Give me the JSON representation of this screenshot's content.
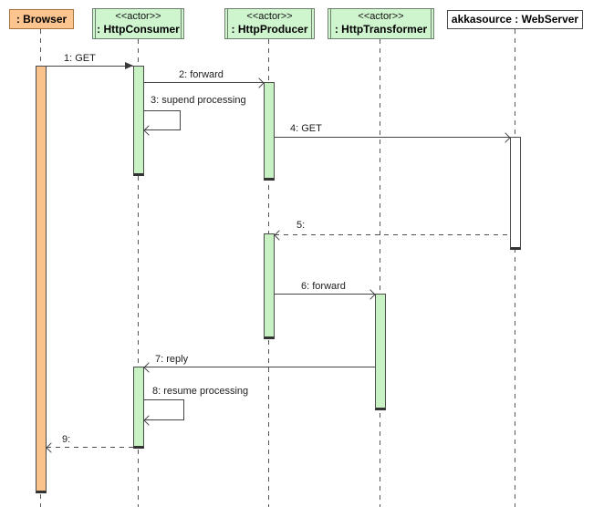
{
  "diagram": {
    "type": "uml-sequence-diagram",
    "participants": [
      {
        "id": "browser",
        "stereotype": "",
        "label": ": Browser",
        "kind": "object",
        "fill": "#FCC58F"
      },
      {
        "id": "httpconsumer",
        "stereotype": "<<actor>>",
        "label": ": HttpConsumer",
        "kind": "actor",
        "fill": "#CEF5CE"
      },
      {
        "id": "httpproducer",
        "stereotype": "<<actor>>",
        "label": ": HttpProducer",
        "kind": "actor",
        "fill": "#CEF5CE"
      },
      {
        "id": "httptransformer",
        "stereotype": "<<actor>>",
        "label": ": HttpTransformer",
        "kind": "actor",
        "fill": "#CEF5CE"
      },
      {
        "id": "webserver",
        "stereotype": "",
        "label": "akkasource : WebServer",
        "kind": "object",
        "fill": "#FFFFFF"
      }
    ],
    "messages": [
      {
        "seq": "1",
        "label": "1: GET",
        "from": "browser",
        "to": "httpconsumer",
        "line": "solid",
        "arrow": "filled"
      },
      {
        "seq": "2",
        "label": "2: forward",
        "from": "httpconsumer",
        "to": "httpproducer",
        "line": "solid",
        "arrow": "open"
      },
      {
        "seq": "3",
        "label": "3: supend processing",
        "from": "httpconsumer",
        "to": "httpconsumer",
        "line": "solid",
        "arrow": "open",
        "self": true
      },
      {
        "seq": "4",
        "label": "4: GET",
        "from": "httpproducer",
        "to": "webserver",
        "line": "solid",
        "arrow": "open"
      },
      {
        "seq": "5",
        "label": "5:",
        "from": "webserver",
        "to": "httpproducer",
        "line": "dashed",
        "arrow": "open"
      },
      {
        "seq": "6",
        "label": "6: forward",
        "from": "httpproducer",
        "to": "httptransformer",
        "line": "solid",
        "arrow": "open"
      },
      {
        "seq": "7",
        "label": "7: reply",
        "from": "httptransformer",
        "to": "httpconsumer",
        "line": "solid",
        "arrow": "open"
      },
      {
        "seq": "8",
        "label": "8: resume processing",
        "from": "httpconsumer",
        "to": "httpconsumer",
        "line": "solid",
        "arrow": "open",
        "self": true
      },
      {
        "seq": "9",
        "label": "9:",
        "from": "httpconsumer",
        "to": "browser",
        "line": "dashed",
        "arrow": "open"
      }
    ],
    "colors": {
      "object_fill_orange": "#FCC58F",
      "object_border_orange": "#A6733B",
      "actor_fill_green": "#CEF5CE",
      "actor_border_green": "#6E7F6E",
      "activation_fill_green": "#C9F2C4",
      "activation_fill_orange": "#FBC38C",
      "activation_fill_white": "#FFFFFF",
      "line_color": "#444444",
      "background": "#FFFFFF"
    }
  }
}
